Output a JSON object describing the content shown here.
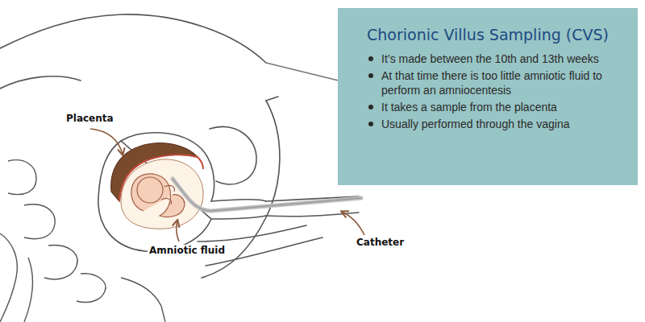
{
  "diagram": {
    "nodes": [
      {
        "text": [
          "Chorionic Villus Sampling (CVS)",
          "It’s made between the 10th and 13th weeks",
          "At that time there is too little amniotic fluid to perform an amniocentesis",
          "It takes a sample from the placenta",
          "Usually performed through the vagina"
        ]
      }
    ],
    "edges": [],
    "labels": [
      "Placenta",
      "Amniotic fluid",
      "Catheter"
    ]
  }
}
